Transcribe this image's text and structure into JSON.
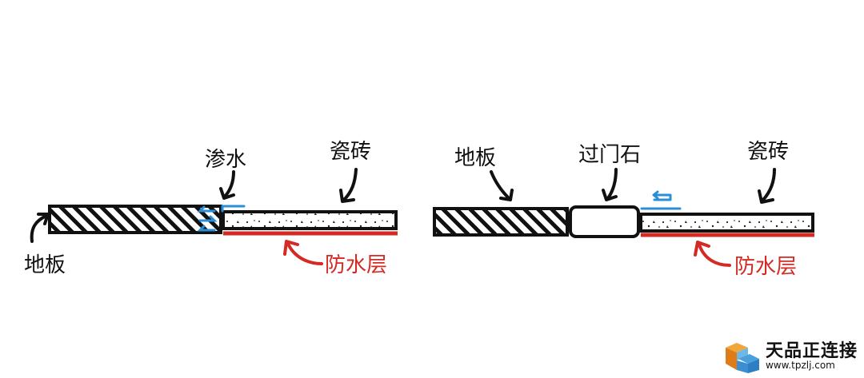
{
  "left_diagram": {
    "label_floor": "地板",
    "label_seep": "渗水",
    "label_tile": "瓷砖",
    "label_waterproof": "防水层"
  },
  "right_diagram": {
    "label_floor": "地板",
    "label_threshold": "过门石",
    "label_tile": "瓷砖",
    "label_waterproof": "防水层"
  },
  "colors": {
    "ink": "#111111",
    "water_blue": "#2a8fd6",
    "waterproof_red": "#d42a24"
  },
  "watermark": {
    "brand": "天品正连接",
    "url": "www.tpzlj.com"
  }
}
